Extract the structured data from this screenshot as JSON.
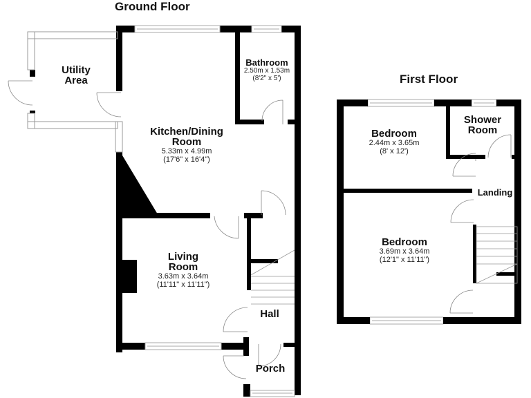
{
  "floors": [
    {
      "title": "Ground Floor",
      "rooms": [
        {
          "name": "Utility",
          "name2": "Area"
        },
        {
          "name": "Bathroom",
          "dim_metric": "2.50m x 1.53m",
          "dim_imperial": "(8'2\" x 5')"
        },
        {
          "name": "Kitchen/Dining",
          "name2": "Room",
          "dim_metric": "5.33m x 4.99m",
          "dim_imperial": "(17'6\" x 16'4\")"
        },
        {
          "name": "Living",
          "name2": "Room",
          "dim_metric": "3.63m x 3.64m",
          "dim_imperial": "(11'11\" x 11'11\")"
        },
        {
          "name": "Hall"
        },
        {
          "name": "Porch"
        }
      ]
    },
    {
      "title": "First Floor",
      "rooms": [
        {
          "name": "Bedroom",
          "dim_metric": "2.44m x 3.65m",
          "dim_imperial": "(8' x 12')"
        },
        {
          "name": "Shower",
          "name2": "Room"
        },
        {
          "name": "Landing"
        },
        {
          "name": "Bedroom",
          "dim_metric": "3.69m x 3.64m",
          "dim_imperial": "(12'1\" x 11'11\")"
        }
      ]
    }
  ],
  "colors": {
    "wall": "#000000",
    "window": "#cccccc",
    "background": "#ffffff"
  }
}
